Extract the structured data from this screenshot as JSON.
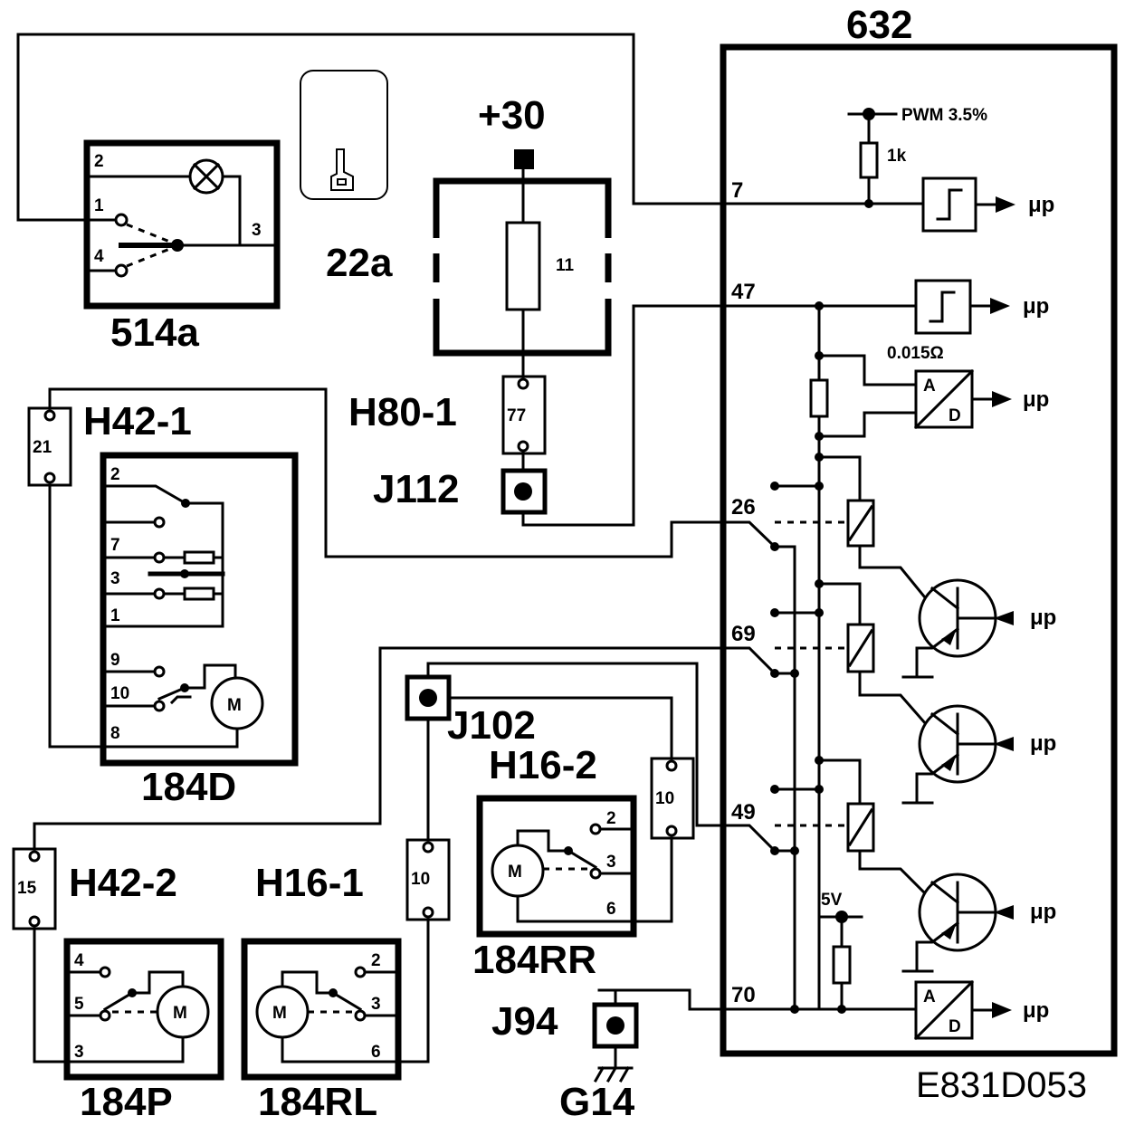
{
  "diagram_id": "E831D053",
  "ecu": {
    "id": "632",
    "pins": {
      "p7": "7",
      "p47": "47",
      "p26": "26",
      "p69": "69",
      "p49": "49",
      "p70": "70"
    },
    "pwm_label": "PWM 3.5%",
    "r_1k": "1k",
    "shunt": "0.015Ω",
    "v5": "5V",
    "up": "μp",
    "ad_a": "A",
    "ad_d": "D"
  },
  "supply": {
    "label": "+30"
  },
  "fuse_box": {
    "id": "22a",
    "fuse": "11"
  },
  "connectors": {
    "h80_1": {
      "id": "H80-1",
      "pin": "77"
    },
    "h42_1": {
      "id": "H42-1",
      "pin": "21"
    },
    "h42_2": {
      "id": "H42-2",
      "pin": "15"
    },
    "h16_1": {
      "id": "H16-1",
      "pin": "10"
    },
    "h16_2": {
      "id": "H16-2",
      "pin": "10"
    }
  },
  "junctions": {
    "j112": "J112",
    "j102": "J102",
    "j94": "J94"
  },
  "ground": {
    "id": "G14"
  },
  "switch_514a": {
    "id": "514a",
    "pins": [
      "2",
      "1",
      "4",
      "3"
    ]
  },
  "motor_184d": {
    "id": "184D",
    "pins": [
      "2",
      "7",
      "3",
      "1",
      "9",
      "10",
      "8"
    ],
    "motor": "M"
  },
  "motor_184p": {
    "id": "184P",
    "pins": [
      "4",
      "5",
      "3"
    ],
    "motor": "M"
  },
  "motor_184rl": {
    "id": "184RL",
    "pins": [
      "2",
      "3",
      "6"
    ],
    "motor": "M"
  },
  "motor_184rr": {
    "id": "184RR",
    "pins": [
      "2",
      "3",
      "6"
    ],
    "motor": "M"
  }
}
